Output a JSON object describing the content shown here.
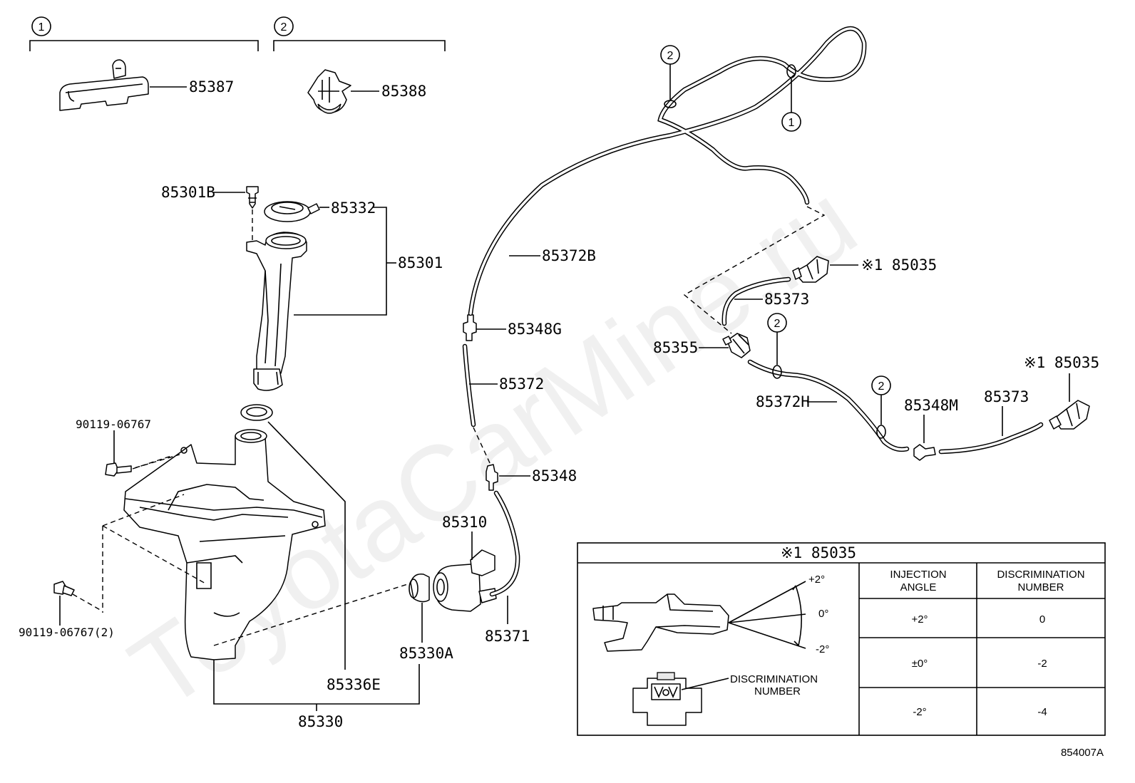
{
  "watermark": "ToyotaCarMine.ru",
  "figure_id": "854007A",
  "groups": [
    {
      "marker": "1"
    },
    {
      "marker": "2"
    }
  ],
  "clip_marker_1": "1",
  "clip_marker_2": "2",
  "parts": {
    "p85387": "85387",
    "p85388": "85388",
    "p85301B": "85301B",
    "p85332": "85332",
    "p85301": "85301",
    "p90119a": "90119-06767",
    "p90119b": "90119-06767(2)",
    "p85336E": "85336E",
    "p85330": "85330",
    "p85330A": "85330A",
    "p85310": "85310",
    "p85371": "85371",
    "p85348": "85348",
    "p85372": "85372",
    "p85348G": "85348G",
    "p85372B": "85372B",
    "p85035a": "※1 85035",
    "p85373a": "85373",
    "p85355": "85355",
    "p85372H": "85372H",
    "p85348M": "85348M",
    "p85373b": "85373",
    "p85035b": "※1 85035"
  },
  "table": {
    "title": "※1 85035",
    "col_injection": [
      "INJECTION",
      "ANGLE"
    ],
    "col_discrimination": [
      "DISCRIMINATION",
      "NUMBER"
    ],
    "rows": [
      {
        "angle": "+2°",
        "number": "0"
      },
      {
        "angle": "±0°",
        "number": "-2"
      },
      {
        "angle": "-2°",
        "number": "-4"
      }
    ],
    "angle_marks": [
      "+2°",
      "0°",
      "-2°"
    ],
    "callout": [
      "DISCRIMINATION",
      "NUMBER"
    ]
  }
}
